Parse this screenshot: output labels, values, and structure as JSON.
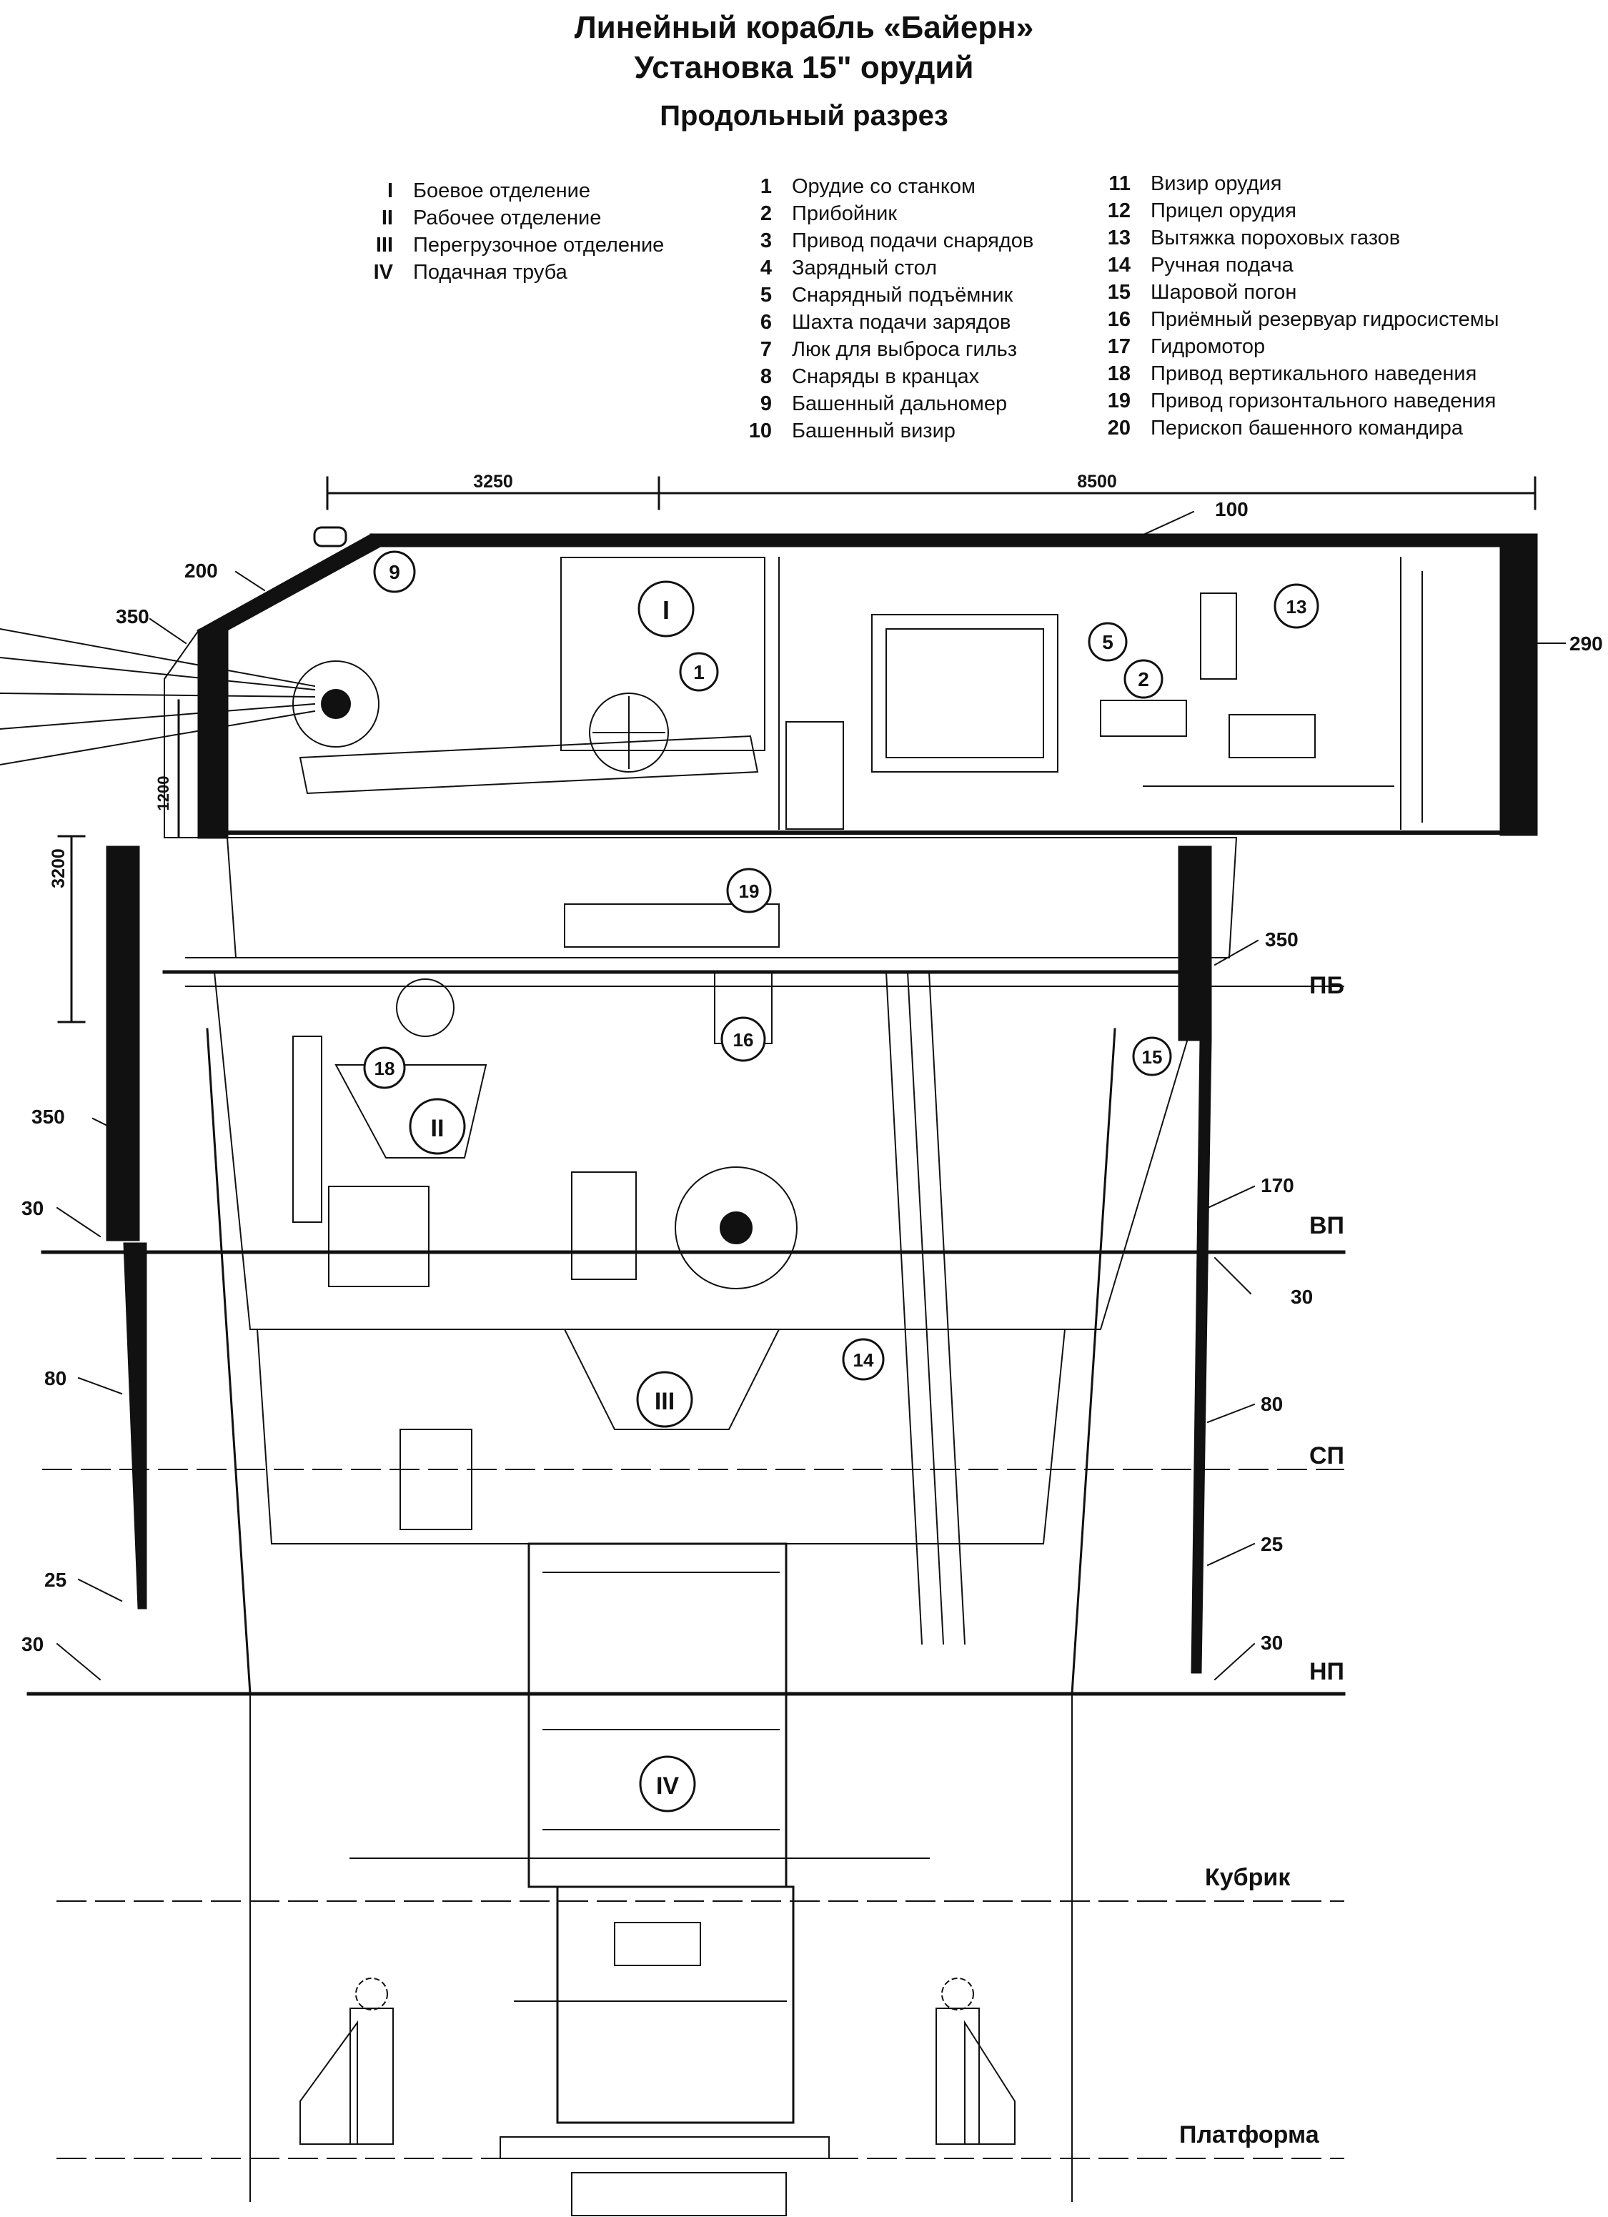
{
  "title": {
    "line1": "Линейный корабль «Байерн»",
    "line2": "Установка 15\" орудий",
    "line3": "Продольный разрез"
  },
  "legend_compartments": [
    {
      "num": "I",
      "label": "Боевое отделение"
    },
    {
      "num": "II",
      "label": "Рабочее отделение"
    },
    {
      "num": "III",
      "label": "Перегрузочное отделение"
    },
    {
      "num": "IV",
      "label": "Подачная труба"
    }
  ],
  "legend_items_left": [
    {
      "num": "1",
      "label": "Орудие со станком"
    },
    {
      "num": "2",
      "label": "Прибойник"
    },
    {
      "num": "3",
      "label": "Привод подачи снарядов"
    },
    {
      "num": "4",
      "label": "Зарядный стол"
    },
    {
      "num": "5",
      "label": "Снарядный подъёмник"
    },
    {
      "num": "6",
      "label": "Шахта подачи зарядов"
    },
    {
      "num": "7",
      "label": "Люк для выброса гильз"
    },
    {
      "num": "8",
      "label": "Снаряды в кранцах"
    },
    {
      "num": "9",
      "label": "Башенный дальномер"
    },
    {
      "num": "10",
      "label": "Башенный визир"
    }
  ],
  "legend_items_right": [
    {
      "num": "11",
      "label": "Визир орудия"
    },
    {
      "num": "12",
      "label": "Прицел орудия"
    },
    {
      "num": "13",
      "label": "Вытяжка пороховых газов"
    },
    {
      "num": "14",
      "label": "Ручная подача"
    },
    {
      "num": "15",
      "label": "Шаровой погон"
    },
    {
      "num": "16",
      "label": "Приёмный резервуар гидросистемы"
    },
    {
      "num": "17",
      "label": "Гидромотор"
    },
    {
      "num": "18",
      "label": "Привод вертикального наведения"
    },
    {
      "num": "19",
      "label": "Привод горизонтального наведения"
    },
    {
      "num": "20",
      "label": "Перископ башенного командира"
    }
  ],
  "dimensions": {
    "d3250": "3250",
    "d8500": "8500",
    "d3200": "3200",
    "d1200": "1200"
  },
  "armor": {
    "a100": "100",
    "a200": "200",
    "a290": "290",
    "a350_left_top": "350",
    "a350_right": "350",
    "a350_left_barbette": "350",
    "a170": "170",
    "a30_l1": "30",
    "a30_r1": "30",
    "a80_l": "80",
    "a80_r": "80",
    "a25_l": "25",
    "a25_r": "25",
    "a30_l2": "30",
    "a30_r2": "30"
  },
  "decks": {
    "pb": "ПБ",
    "vp": "ВП",
    "sp": "СП",
    "np": "НП",
    "kubrik": "Кубрик",
    "platforma": "Платформа"
  },
  "callouts": {
    "c1": "1",
    "c2": "2",
    "c5": "5",
    "c9": "9",
    "c13": "13",
    "c14": "14",
    "c15": "15",
    "c16": "16",
    "c18": "18",
    "c19": "19",
    "cI": "I",
    "cII": "II",
    "cIII": "III",
    "cIV": "IV"
  }
}
